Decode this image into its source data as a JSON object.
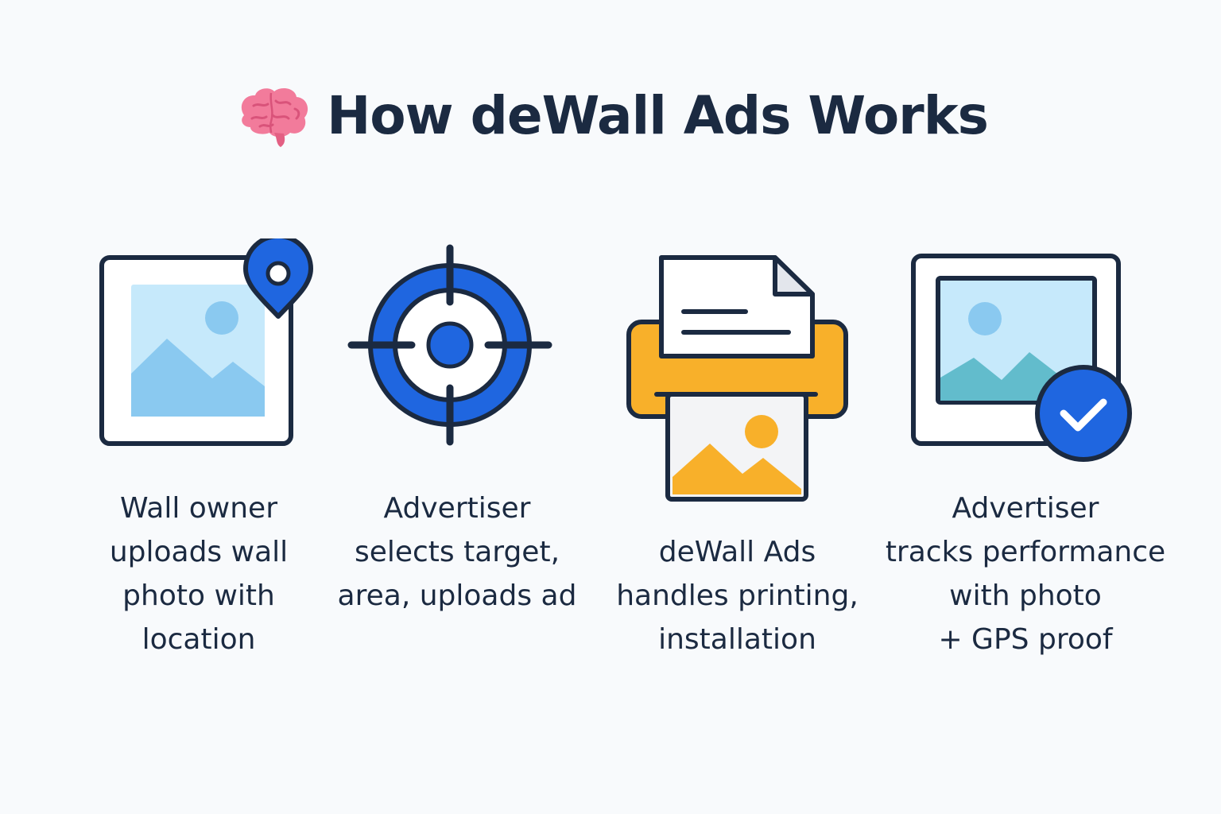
{
  "title": "How deWall Ads Works",
  "colors": {
    "background": "#f8fafc",
    "text": "#1b2a41",
    "blue": "#1f66e0",
    "yellow": "#f8b02a",
    "light_blue": "#c6e9fb",
    "brain_pink": "#f27b9b"
  },
  "steps": [
    {
      "icon": "wall-photo-location-icon",
      "caption_lines": [
        "Wall owner",
        "uploads wall",
        "photo with",
        "location"
      ]
    },
    {
      "icon": "target-crosshair-icon",
      "caption_lines": [
        "Advertiser",
        "selects target,",
        "area, uploads ad"
      ]
    },
    {
      "icon": "printer-icon",
      "caption_lines": [
        "deWall Ads",
        "handles printing,",
        "installation"
      ]
    },
    {
      "icon": "verified-photo-icon",
      "caption_lines": [
        "Advertiser",
        "tracks performance",
        "with photo",
        "+ GPS proof"
      ]
    }
  ]
}
